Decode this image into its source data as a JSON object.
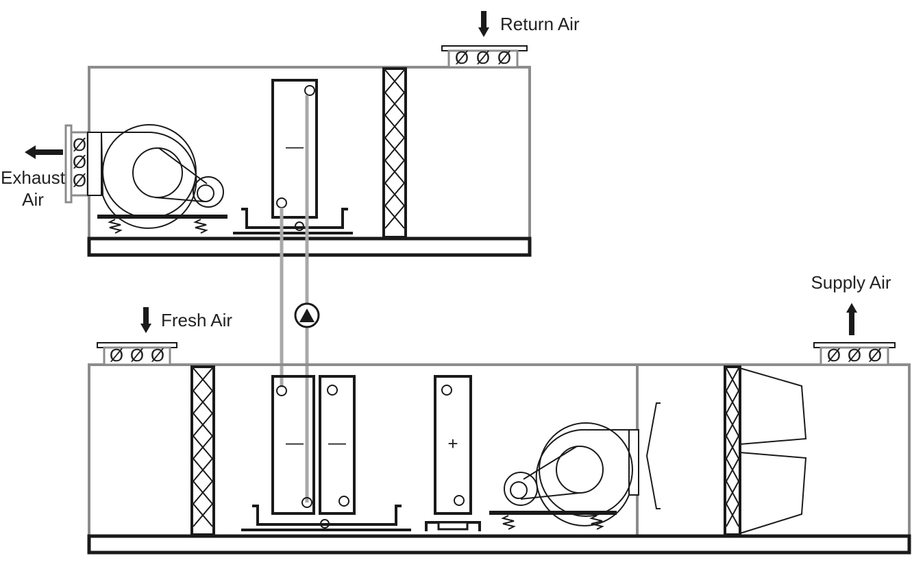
{
  "labels": {
    "return_air": "Return Air",
    "exhaust_air_line1": "Exhaust",
    "exhaust_air_line2": "Air",
    "fresh_air": "Fresh Air",
    "supply_air": "Supply Air"
  },
  "coil_signs": {
    "upper_exhaust_coil": "—",
    "lower_coil_1": "—",
    "lower_coil_2": "—",
    "heating_coil": "+"
  },
  "damper_symbols": {
    "return": [
      "Ø",
      "Ø",
      "Ø"
    ],
    "exhaust": [
      "Ø",
      "Ø",
      "Ø"
    ],
    "fresh": [
      "Ø",
      "Ø",
      "Ø"
    ],
    "supply": [
      "Ø",
      "Ø",
      "Ø"
    ]
  },
  "colors": {
    "casing": "#8c8c8c",
    "line": "#1a1a1a",
    "pipe": "#a8a8a8"
  },
  "icons": {
    "pump": "pump-icon",
    "arrow": "arrow-icon"
  }
}
